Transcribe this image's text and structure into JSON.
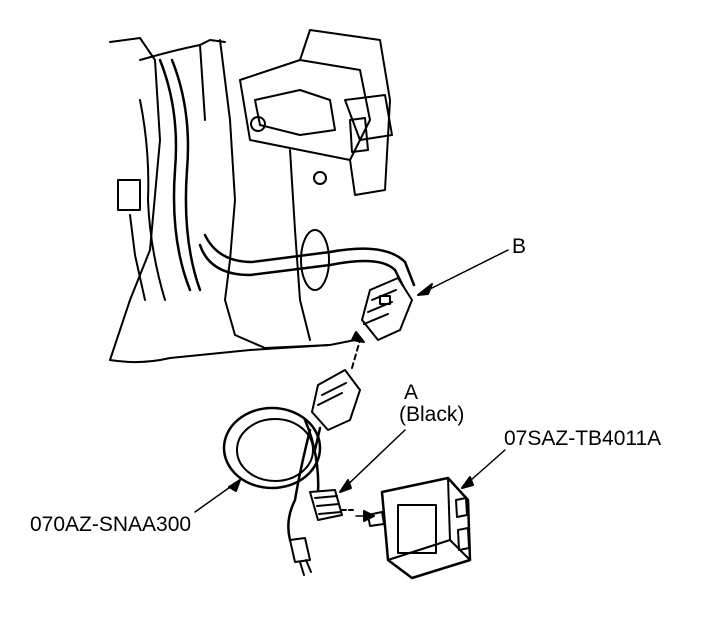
{
  "labels": {
    "b": "B",
    "a": "A",
    "a_note": "(Black)",
    "part_adapter": "07SAZ-TB4011A",
    "part_harness": "070AZ-SNAA300"
  }
}
